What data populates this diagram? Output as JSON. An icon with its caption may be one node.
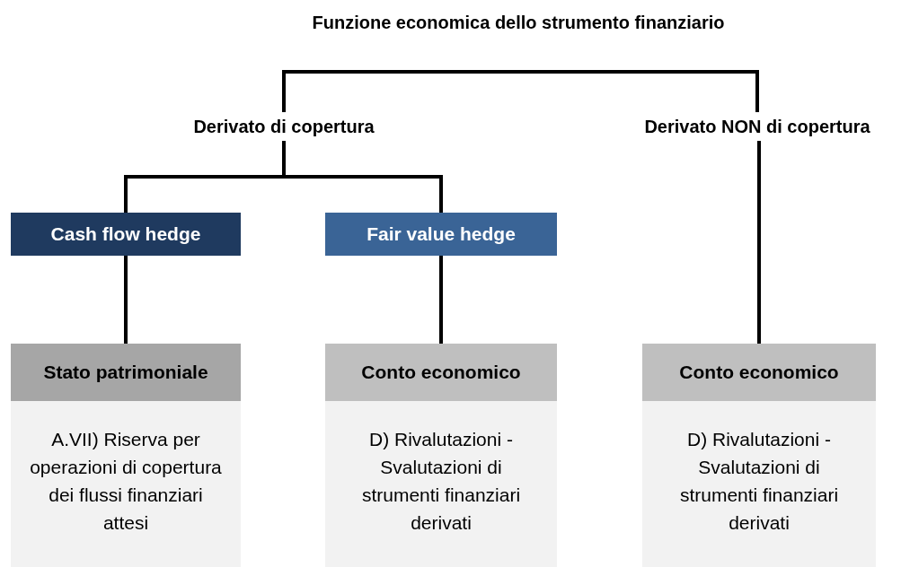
{
  "diagram": {
    "title": "Funzione economica dello strumento finanziario",
    "nodes": [
      {
        "text": [
          "Derivato di copertura"
        ]
      },
      {
        "text": [
          "Derivato NON di copertura"
        ]
      },
      {
        "text": [
          "Cash flow hedge"
        ]
      },
      {
        "text": [
          "Fair value hedge"
        ]
      },
      {
        "text": [
          "Stato patrimoniale",
          "A.VII) Riserva per operazioni di copertura dei flussi finanziari attesi"
        ]
      },
      {
        "text": [
          "Conto economico",
          "D) Rivalutazioni - Svalutazioni di strumenti finanziari derivati"
        ]
      },
      {
        "text": [
          "Conto economico",
          "D) Rivalutazioni - Svalutazioni di strumenti finanziari derivati"
        ]
      }
    ],
    "edges": [
      {
        "from": 0,
        "to": 1,
        "arrow": "none"
      },
      {
        "from": 0,
        "to": 2,
        "arrow": "none"
      },
      {
        "from": 0,
        "to": 3,
        "arrow": "none"
      },
      {
        "from": 2,
        "to": 4,
        "arrow": "none"
      },
      {
        "from": 3,
        "to": 5,
        "arrow": "none"
      },
      {
        "from": 1,
        "to": 6,
        "arrow": "none"
      }
    ]
  }
}
